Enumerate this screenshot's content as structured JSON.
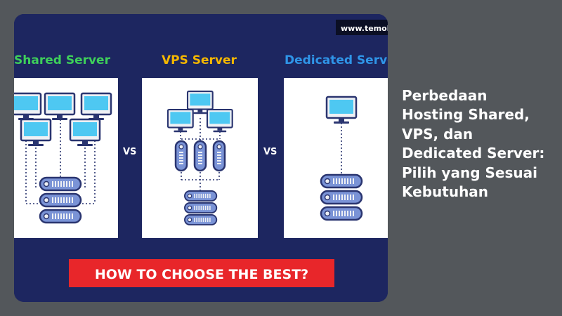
{
  "thumbnail": {
    "watermark": "www.temok",
    "column_titles": {
      "shared": "Shared Server",
      "vps": "VPS Server",
      "dedicated": "Dedicated Server"
    },
    "vs_labels": [
      "VS",
      "VS"
    ],
    "banner": "HOW TO CHOOSE THE BEST?",
    "colors": {
      "background": "#1d2660",
      "shared_title": "#3ecf5a",
      "vps_title": "#f5b700",
      "dedicated_title": "#2f95e8",
      "banner_bg": "#e8262a",
      "server_fill": "#7a93d6",
      "monitor_screen": "#4ec8f2"
    },
    "icons": [
      "monitor-icon",
      "server-rack-icon",
      "server-pod-icon"
    ]
  },
  "article": {
    "title": "Perbedaan Hosting Shared, VPS, dan Dedicated Server: Pilih yang Sesuai Kebutuhan"
  }
}
